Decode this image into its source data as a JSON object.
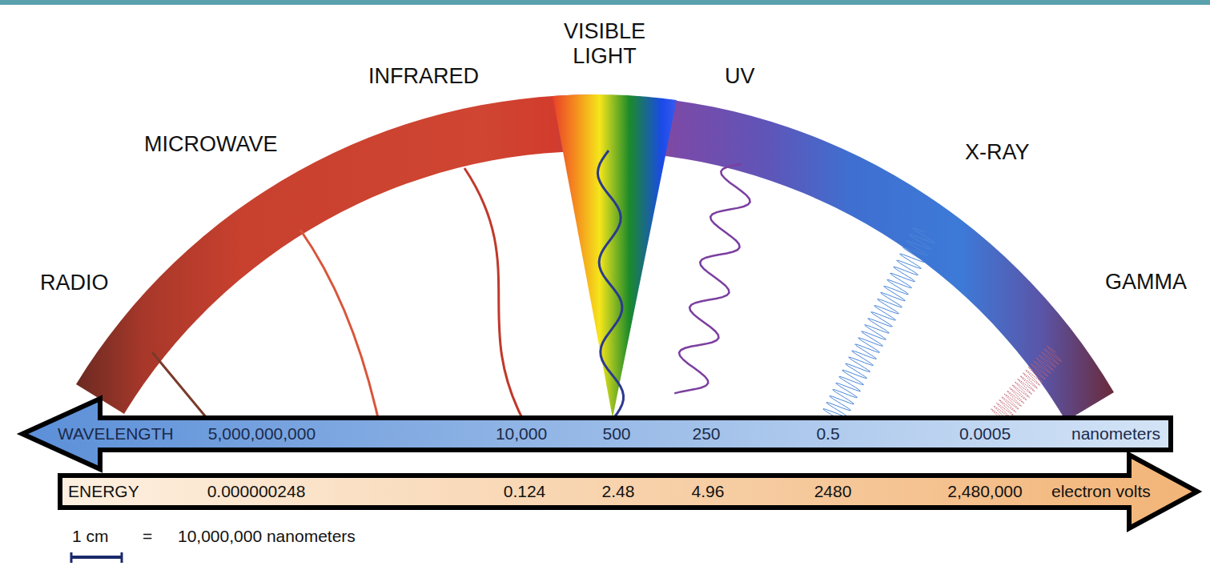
{
  "diagram": {
    "nodes": [
      {
        "text": [
          "WAVELENGTH",
          "5,000,000,000",
          "10,000",
          "500",
          "250",
          "0.5",
          "0.0005",
          "nanometers"
        ]
      },
      {
        "text": [
          "ENERGY",
          "0.000000248",
          "0.124",
          "2.48",
          "4.96",
          "2480",
          "2,480,000",
          "electron volts"
        ]
      }
    ],
    "labels": [
      "RADIO",
      "MICROWAVE",
      "INFRARED",
      "VISIBLE LIGHT",
      "UV",
      "X-RAY",
      "GAMMA",
      "1 cm",
      "=",
      "10,000,000 nanometers"
    ]
  }
}
